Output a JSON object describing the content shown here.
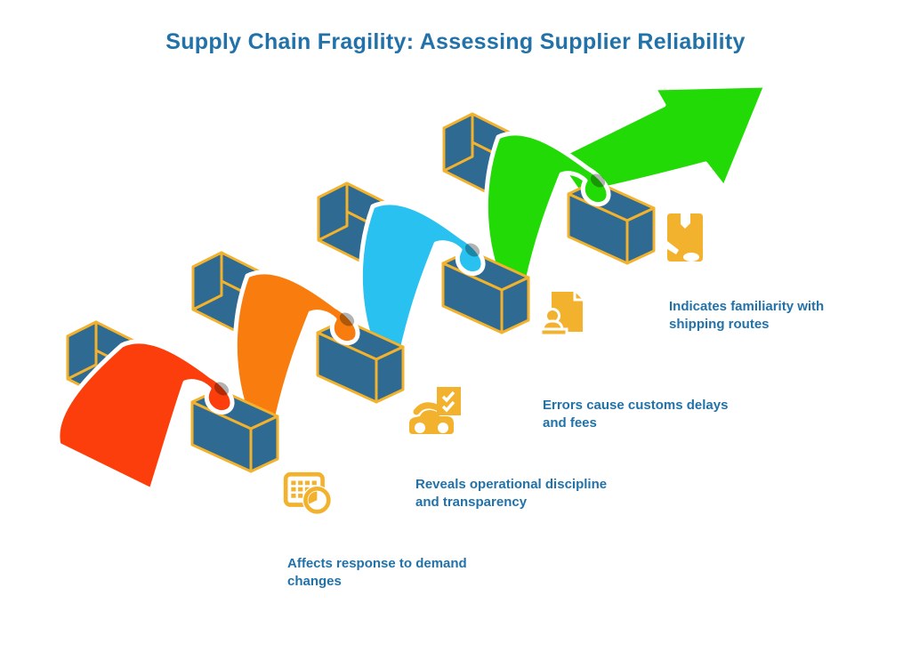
{
  "title": {
    "text": "Supply Chain Fragility: Assessing Supplier Reliability"
  },
  "theme": {
    "background": "#FFFFFF",
    "title_color": "#2272A9",
    "label_color": "#2272A9",
    "icon_color": "#F2B22D",
    "bar_fill": "#2E6A91",
    "bar_edge": "#F2B22D",
    "ribbon_outline": "#FFFFFF"
  },
  "diagram": {
    "type": "ascending-ribbon-weave-with-arrow",
    "arrow_color": "#22DA05",
    "steps": [
      {
        "ribbon_color": "#FB3E0B",
        "icon": "calendar-clock-icon",
        "label": "Affects response to demand changes"
      },
      {
        "ribbon_color": "#F87D0E",
        "icon": "truck-checklist-icon",
        "label": "Reveals operational discipline and transparency"
      },
      {
        "ribbon_color": "#29C1F0",
        "icon": "customs-document-icon",
        "label": "Errors cause customs delays and fees"
      },
      {
        "ribbon_color": "#22DA05",
        "icon": "package-icon",
        "label": "Indicates familiarity with shipping routes"
      }
    ]
  }
}
